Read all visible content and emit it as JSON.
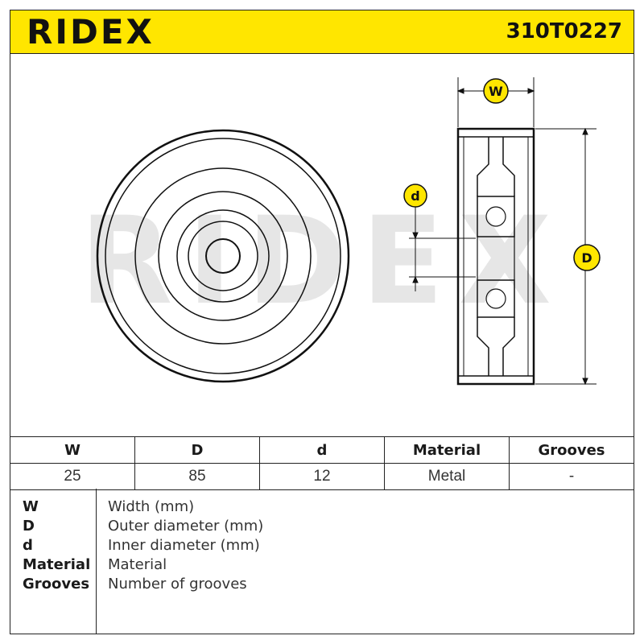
{
  "header": {
    "brand": "RIDEX",
    "part_number": "310T0227",
    "background_color": "#ffe600"
  },
  "drawing": {
    "watermark": "RIDEX",
    "dimension_labels": {
      "width": "W",
      "outer": "D",
      "inner": "d"
    },
    "badge_color": "#ffe600"
  },
  "specs": {
    "headers": [
      "W",
      "D",
      "d",
      "Material",
      "Grooves"
    ],
    "values": [
      "25",
      "85",
      "12",
      "Metal",
      "-"
    ]
  },
  "legend": {
    "items": [
      {
        "symbol": "W",
        "description": "Width (mm)"
      },
      {
        "symbol": "D",
        "description": "Outer diameter (mm)"
      },
      {
        "symbol": "d",
        "description": "Inner diameter (mm)"
      },
      {
        "symbol": "Material",
        "description": "Material"
      },
      {
        "symbol": "Grooves",
        "description": "Number of grooves"
      }
    ]
  }
}
